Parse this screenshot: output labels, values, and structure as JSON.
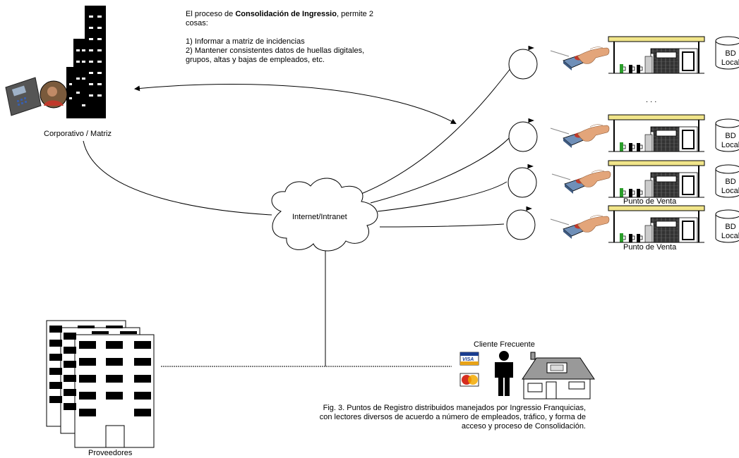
{
  "intro": {
    "line1_prefix": "El proceso de ",
    "line1_bold": "Consolidación de Ingressio",
    "line1_suffix": ", permite 2 cosas:",
    "item1": "1) Informar a matriz de incidencias",
    "item2": "2) Mantener consistentes datos de huellas digitales, grupos, altas y bajas de empleados, etc."
  },
  "labels": {
    "corporate": "Corporativo / Matriz",
    "network": "Internet/Intranet",
    "dots": ". . .",
    "pos1": "Punto de Venta",
    "pos2": "Punto de Venta",
    "client": "Cliente Frecuente",
    "providers": "Proveedores",
    "visa": "VISA"
  },
  "databases": [
    {
      "line1": "BD",
      "line2": "Local"
    },
    {
      "line1": "BD",
      "line2": "Local"
    },
    {
      "line1": "BD",
      "line2": "Local"
    },
    {
      "line1": "BD",
      "line2": "Local"
    }
  ],
  "caption": "Fig. 3. Puntos de Registro distribuidos manejados por Ingressio Franquicias, con lectores diversos de acuerdo a número de empleados, tráfico, y forma de acceso y proceso de Consolidación.",
  "colors": {
    "stroke": "#000000",
    "station_roof": "#f1e58a",
    "pump_green": "#2a9d2a",
    "reader_blue": "#6f8fb8",
    "reader_red": "#c0392b",
    "skin": "#e3a57a",
    "terminal": "#555555"
  }
}
